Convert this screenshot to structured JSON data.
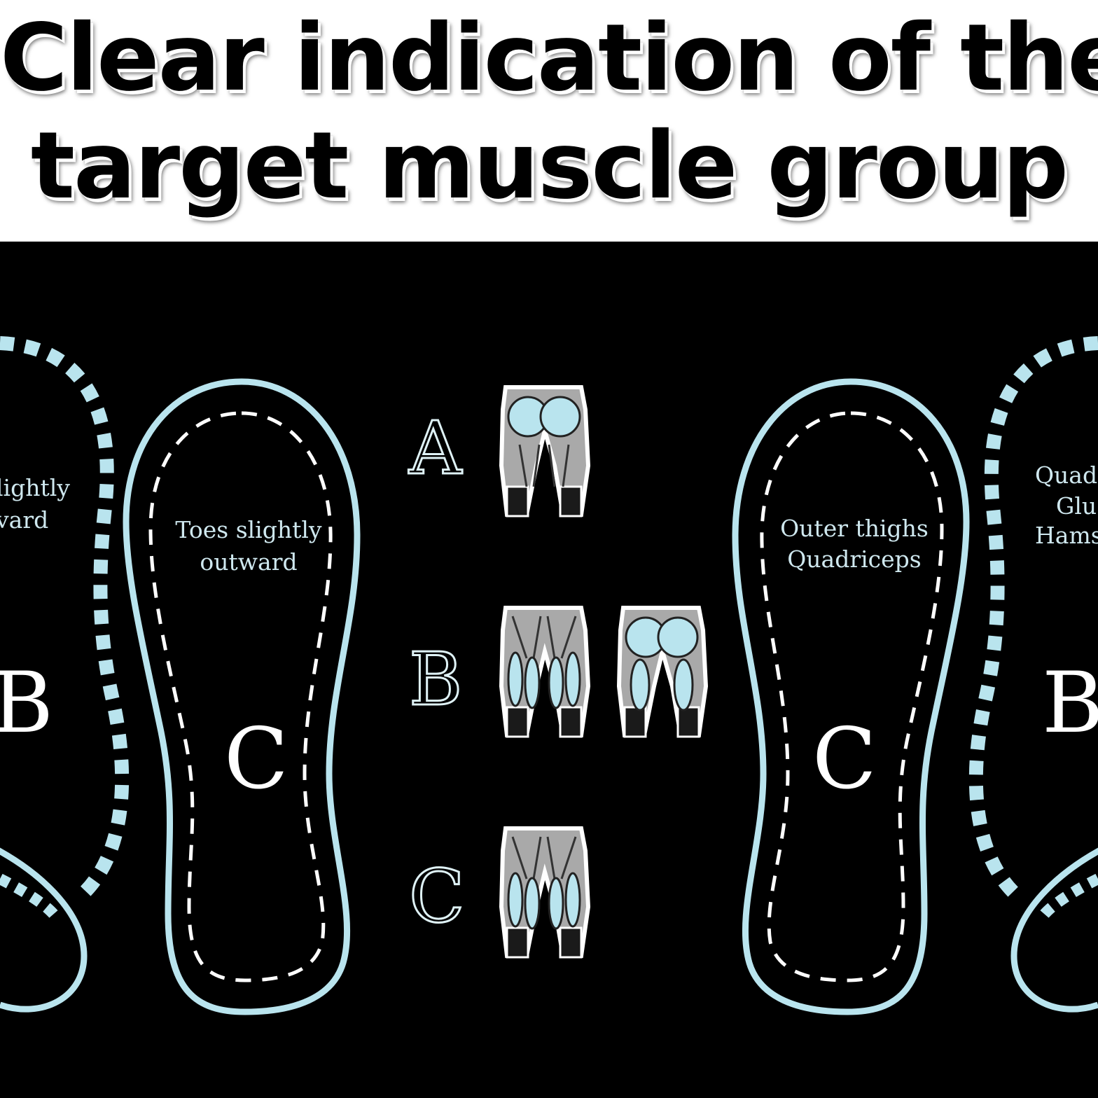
{
  "headline": {
    "line1": "Clear indication of the",
    "line2": "target muscle group"
  },
  "colors": {
    "mat": "#000000",
    "outline": "#b9e4ee",
    "muscle_highlight": "#b9e4ee",
    "muscle_grey": "#a9a9a9"
  },
  "footprints": {
    "left_partial": {
      "text_line1": "lightly",
      "text_line2": "vard",
      "zone": "B"
    },
    "left": {
      "text_line1": "Toes slightly",
      "text_line2": "outward",
      "zone": "C"
    },
    "right": {
      "text_line1": "Outer thighs",
      "text_line2": "Quadriceps",
      "zone": "C"
    },
    "right_partial": {
      "text_line1": "Quad",
      "text_line2": "Glu",
      "text_line3": "Hams",
      "zone": "B"
    }
  },
  "legend": [
    {
      "letter": "A",
      "icons": [
        "glutes-highlight-icon"
      ]
    },
    {
      "letter": "B",
      "icons": [
        "inner-thigh-highlight-icon",
        "glutes-hamstrings-highlight-icon"
      ]
    },
    {
      "letter": "C",
      "icons": [
        "quadriceps-highlight-icon"
      ]
    }
  ]
}
